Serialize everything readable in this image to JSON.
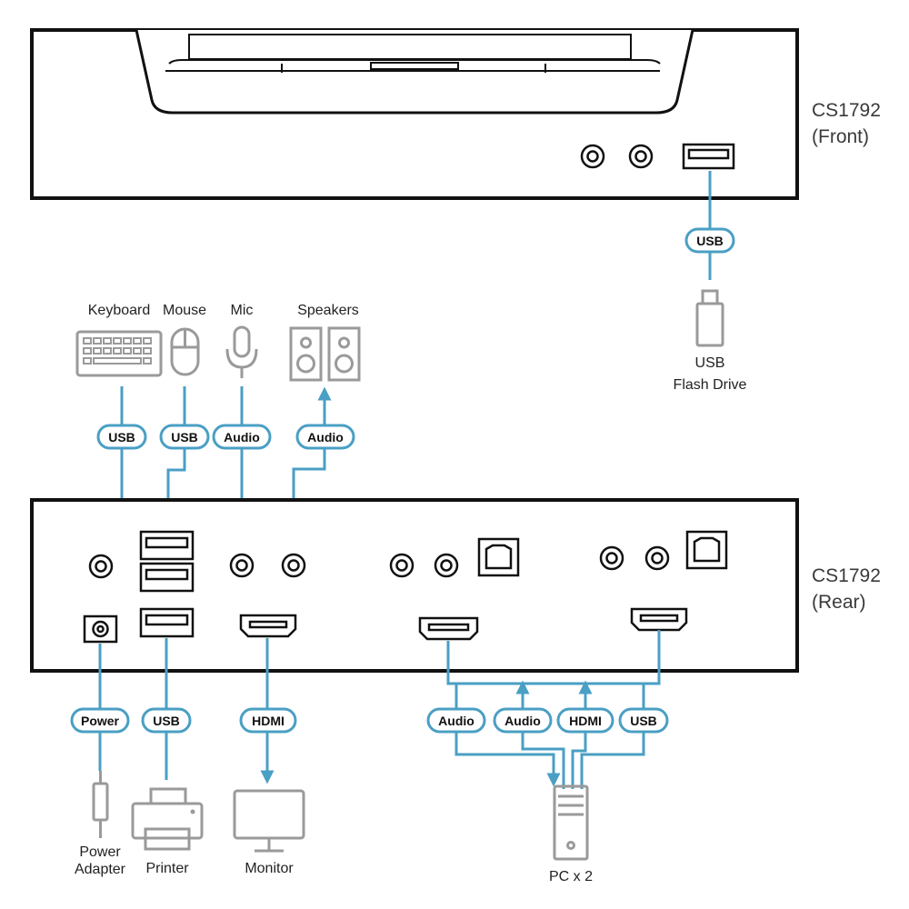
{
  "units": {
    "front": {
      "model": "CS1792",
      "side": "(Front)"
    },
    "rear": {
      "model": "CS1792",
      "side": "(Rear)"
    }
  },
  "devices": {
    "keyboard": "Keyboard",
    "mouse": "Mouse",
    "mic": "Mic",
    "speakers": "Speakers",
    "flash_drive_1": "USB",
    "flash_drive_2": "Flash Drive",
    "power_adapter_1": "Power",
    "power_adapter_2": "Adapter",
    "printer": "Printer",
    "monitor": "Monitor",
    "pc": "PC x 2"
  },
  "connections": {
    "front_usb": "USB",
    "keyboard": "USB",
    "mouse": "USB",
    "mic": "Audio",
    "speakers": "Audio",
    "power": "Power",
    "printer": "USB",
    "monitor": "HDMI",
    "pc_audio_1": "Audio",
    "pc_audio_2": "Audio",
    "pc_hdmi": "HDMI",
    "pc_usb": "USB"
  },
  "colors": {
    "accent": "#4a9fc4",
    "device_gray": "#9a9a9a",
    "outline": "#111111"
  }
}
